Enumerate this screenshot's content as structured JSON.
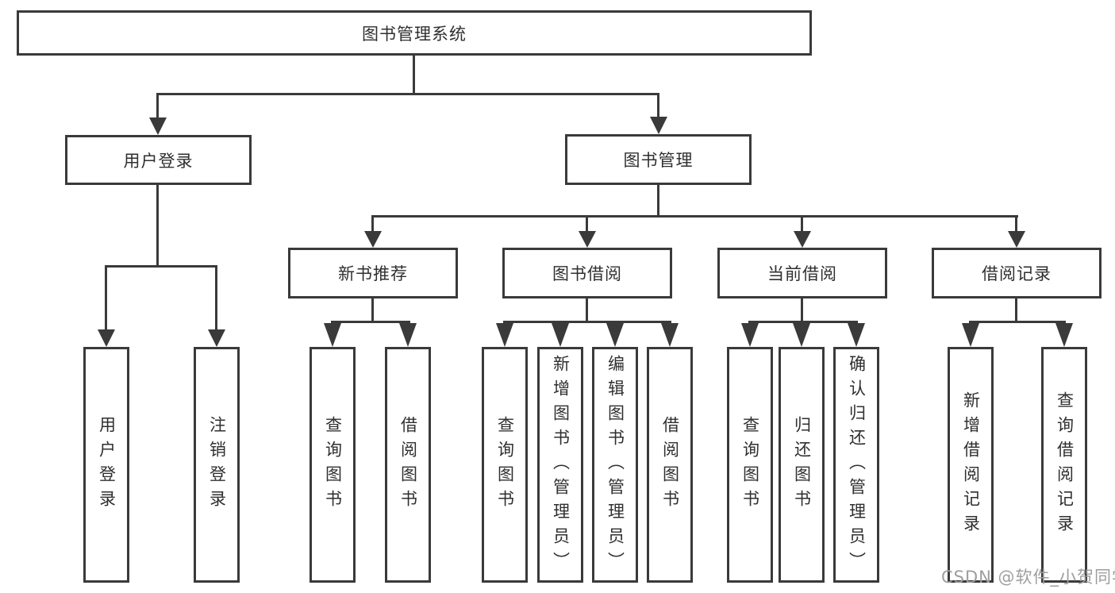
{
  "diagram": {
    "root": {
      "label": "图书管理系统"
    },
    "level2": {
      "user_login": "用户登录",
      "book_mgmt": "图书管理"
    },
    "level3": {
      "new_book_rec": "新书推荐",
      "book_borrow": "图书借阅",
      "current_borrow": "当前借阅",
      "borrow_record": "借阅记录"
    },
    "children": {
      "user_login": [
        "用户登录",
        "注销登录"
      ],
      "new_book_rec": [
        "查询图书",
        "借阅图书"
      ],
      "book_borrow": [
        "查询图书",
        "新增图书（管理员）",
        "编辑图书（管理员）",
        "借阅图书"
      ],
      "current_borrow": [
        "查询图书",
        "归还图书",
        "确认归还（管理员）"
      ],
      "borrow_record": [
        "新增借阅记录",
        "查询借阅记录"
      ]
    }
  },
  "watermark": {
    "text": "CSDN @软件_小贺同学"
  },
  "colors": {
    "line": "#3a3a3a",
    "text": "#2f2f2f",
    "watermark": "#9e9e9e",
    "background": "#ffffff"
  }
}
